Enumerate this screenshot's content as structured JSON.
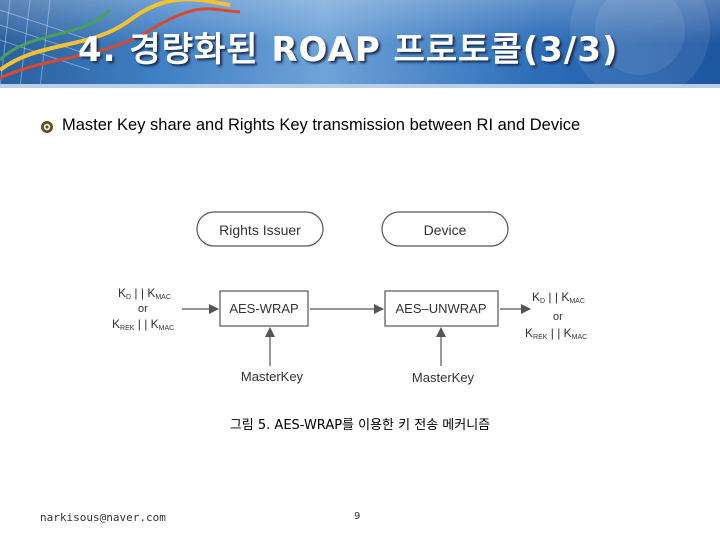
{
  "slide": {
    "title": "4. 경량화된 ROAP 프로토콜(3/3)",
    "bullet": "Master Key share and Rights Key transmission between RI and Device",
    "caption": "그림 5. AES-WRAP를 이용한 키 전송 메커니즘",
    "footer_email": "narkisous@naver.com",
    "page_number": "9"
  },
  "diagram": {
    "entities": {
      "left": "Rights Issuer",
      "right": "Device"
    },
    "blocks": {
      "wrap": "AES-WRAP",
      "unwrap": "AES–UNWRAP"
    },
    "left_keys": {
      "line1": {
        "k": "K",
        "k_sub": "D",
        "sep": " | | K",
        "m_sub": "MAC"
      },
      "or": "or",
      "line2": {
        "k": "K",
        "k_sub": "REK",
        "sep": " | | K",
        "m_sub": "MAC"
      }
    },
    "right_keys": {
      "line1": {
        "k": "K",
        "k_sub": "D",
        "sep": " | | K",
        "m_sub": "MAC"
      },
      "or": "or",
      "line2": {
        "k": "K",
        "k_sub": "REK",
        "sep": " | | K",
        "m_sub": "MAC"
      }
    },
    "master_key_left": "MasterKey",
    "master_key_right": "MasterKey"
  },
  "colors": {
    "banner": "#2b6cb8",
    "title_text": "#ffffff",
    "bullet_icon": "#6b4a1e",
    "stroke": "#555555"
  },
  "icons": [
    "gear-bullet-icon"
  ]
}
